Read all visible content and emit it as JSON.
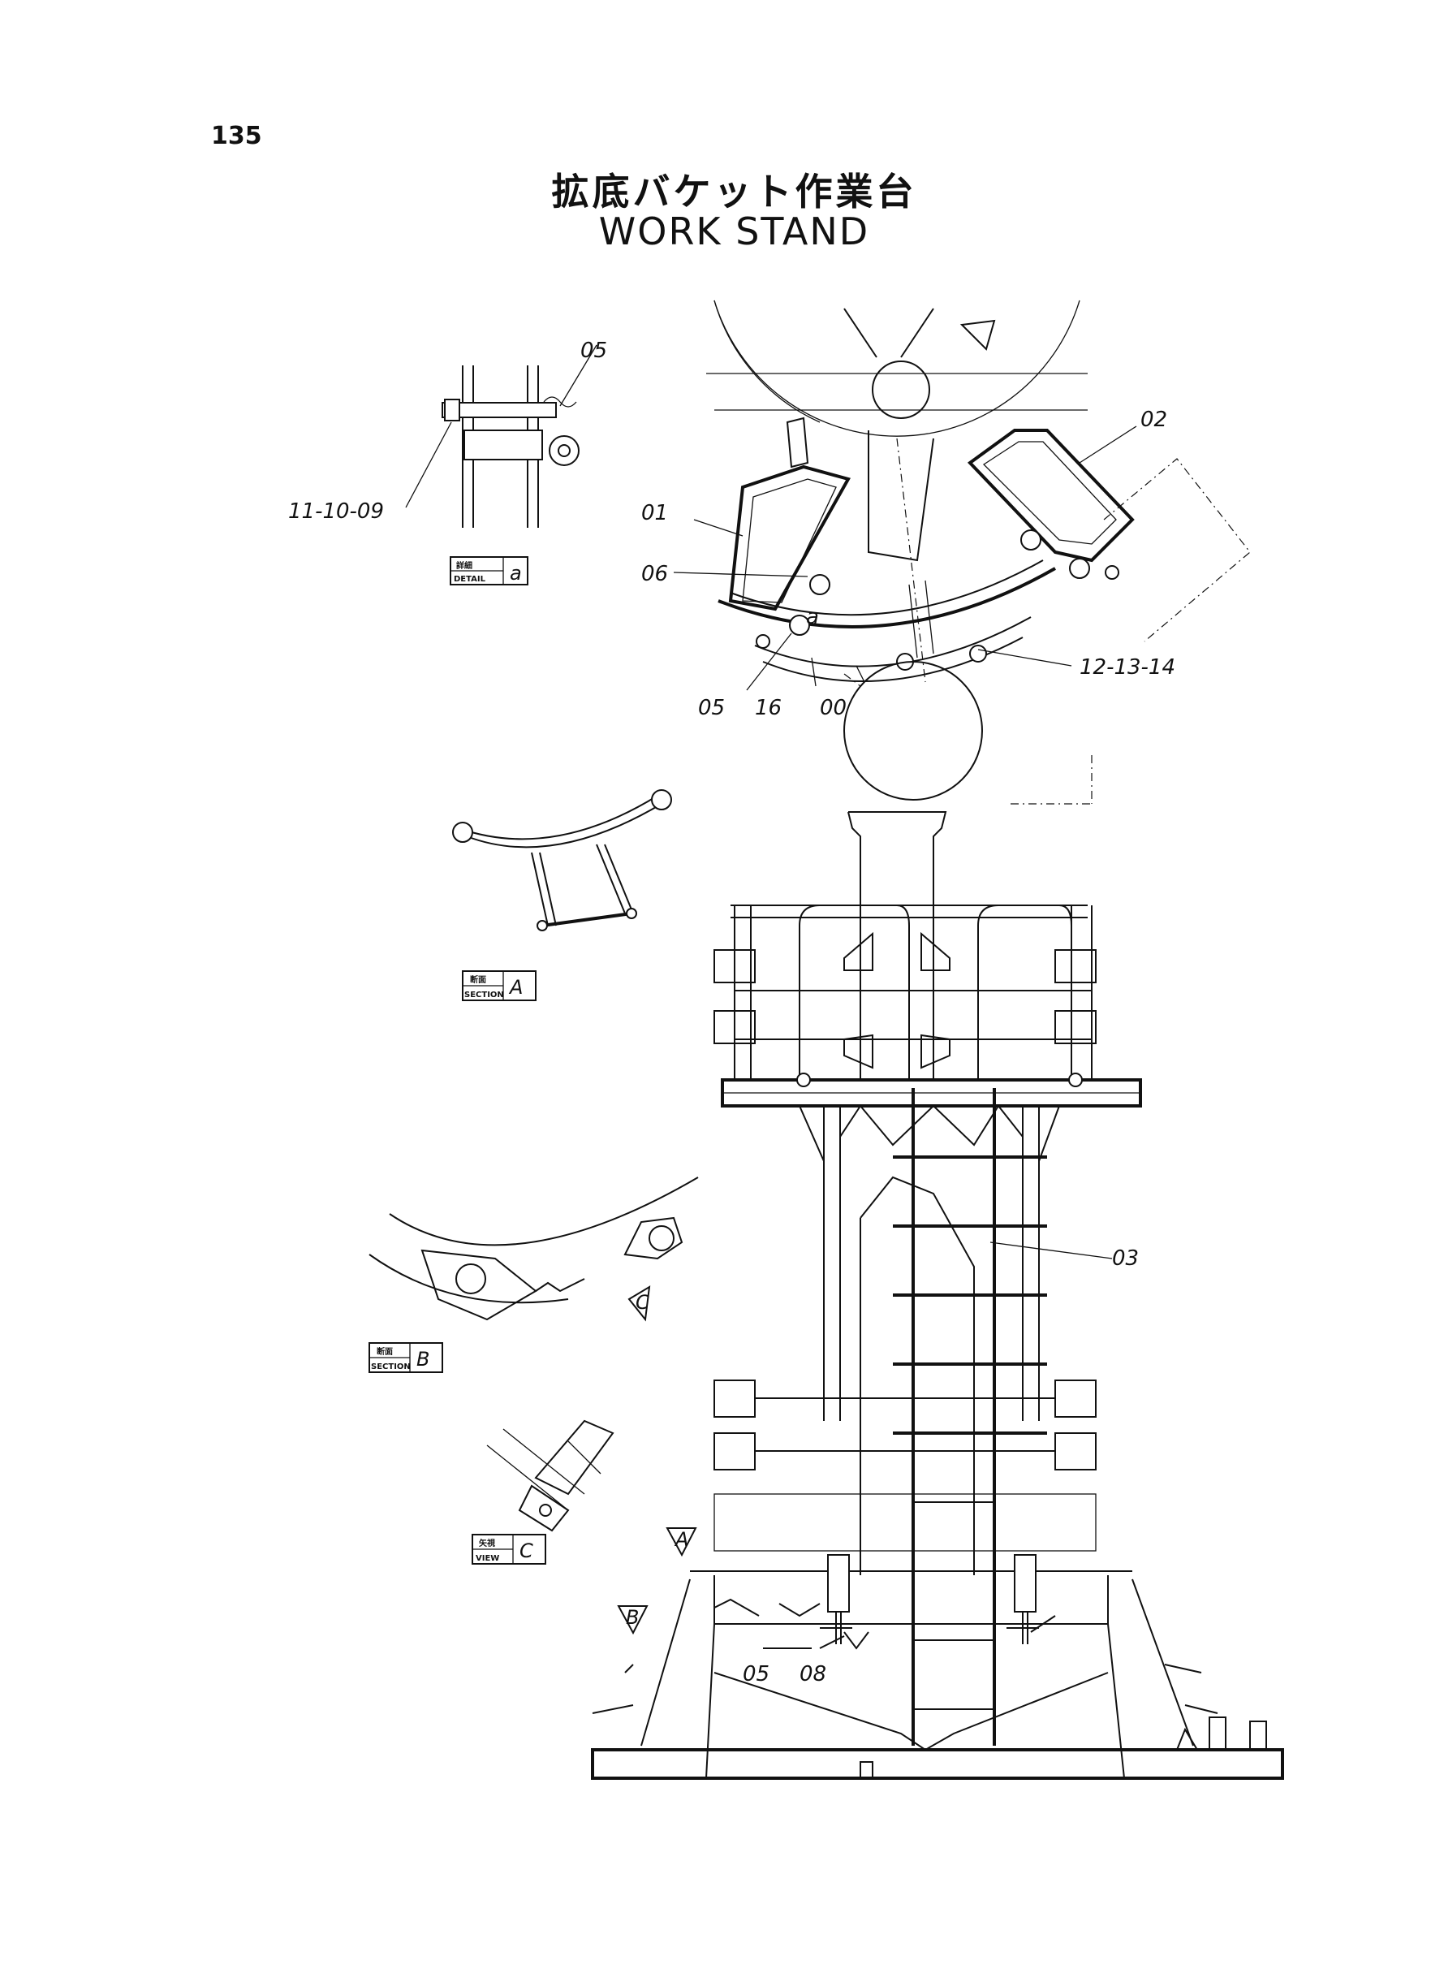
{
  "page": {
    "number": "135"
  },
  "title": {
    "ja": "拡底バケット作業台",
    "en": "WORK STAND"
  },
  "callouts": {
    "c05_detail": "05",
    "c11_10_09": "11-10-09",
    "c02": "02",
    "c01": "01",
    "c06": "06",
    "ca": "a",
    "c05_plan": "05",
    "c16": "16",
    "c00": "00",
    "c12_13_14": "12-13-14",
    "c03": "03",
    "c05_bottom": "05",
    "c08": "08"
  },
  "view_tags": {
    "detail_a": {
      "ja": "詳細",
      "en": "DETAIL",
      "letter": "a"
    },
    "section_a": {
      "ja": "断面",
      "en": "SECTION",
      "letter": "A"
    },
    "section_b": {
      "ja": "断面",
      "en": "SECTION",
      "letter": "B"
    },
    "view_c": {
      "ja": "矢視",
      "en": "VIEW",
      "letter": "C"
    }
  },
  "arrow_markers": {
    "a": "A",
    "b": "B",
    "c": "C"
  }
}
